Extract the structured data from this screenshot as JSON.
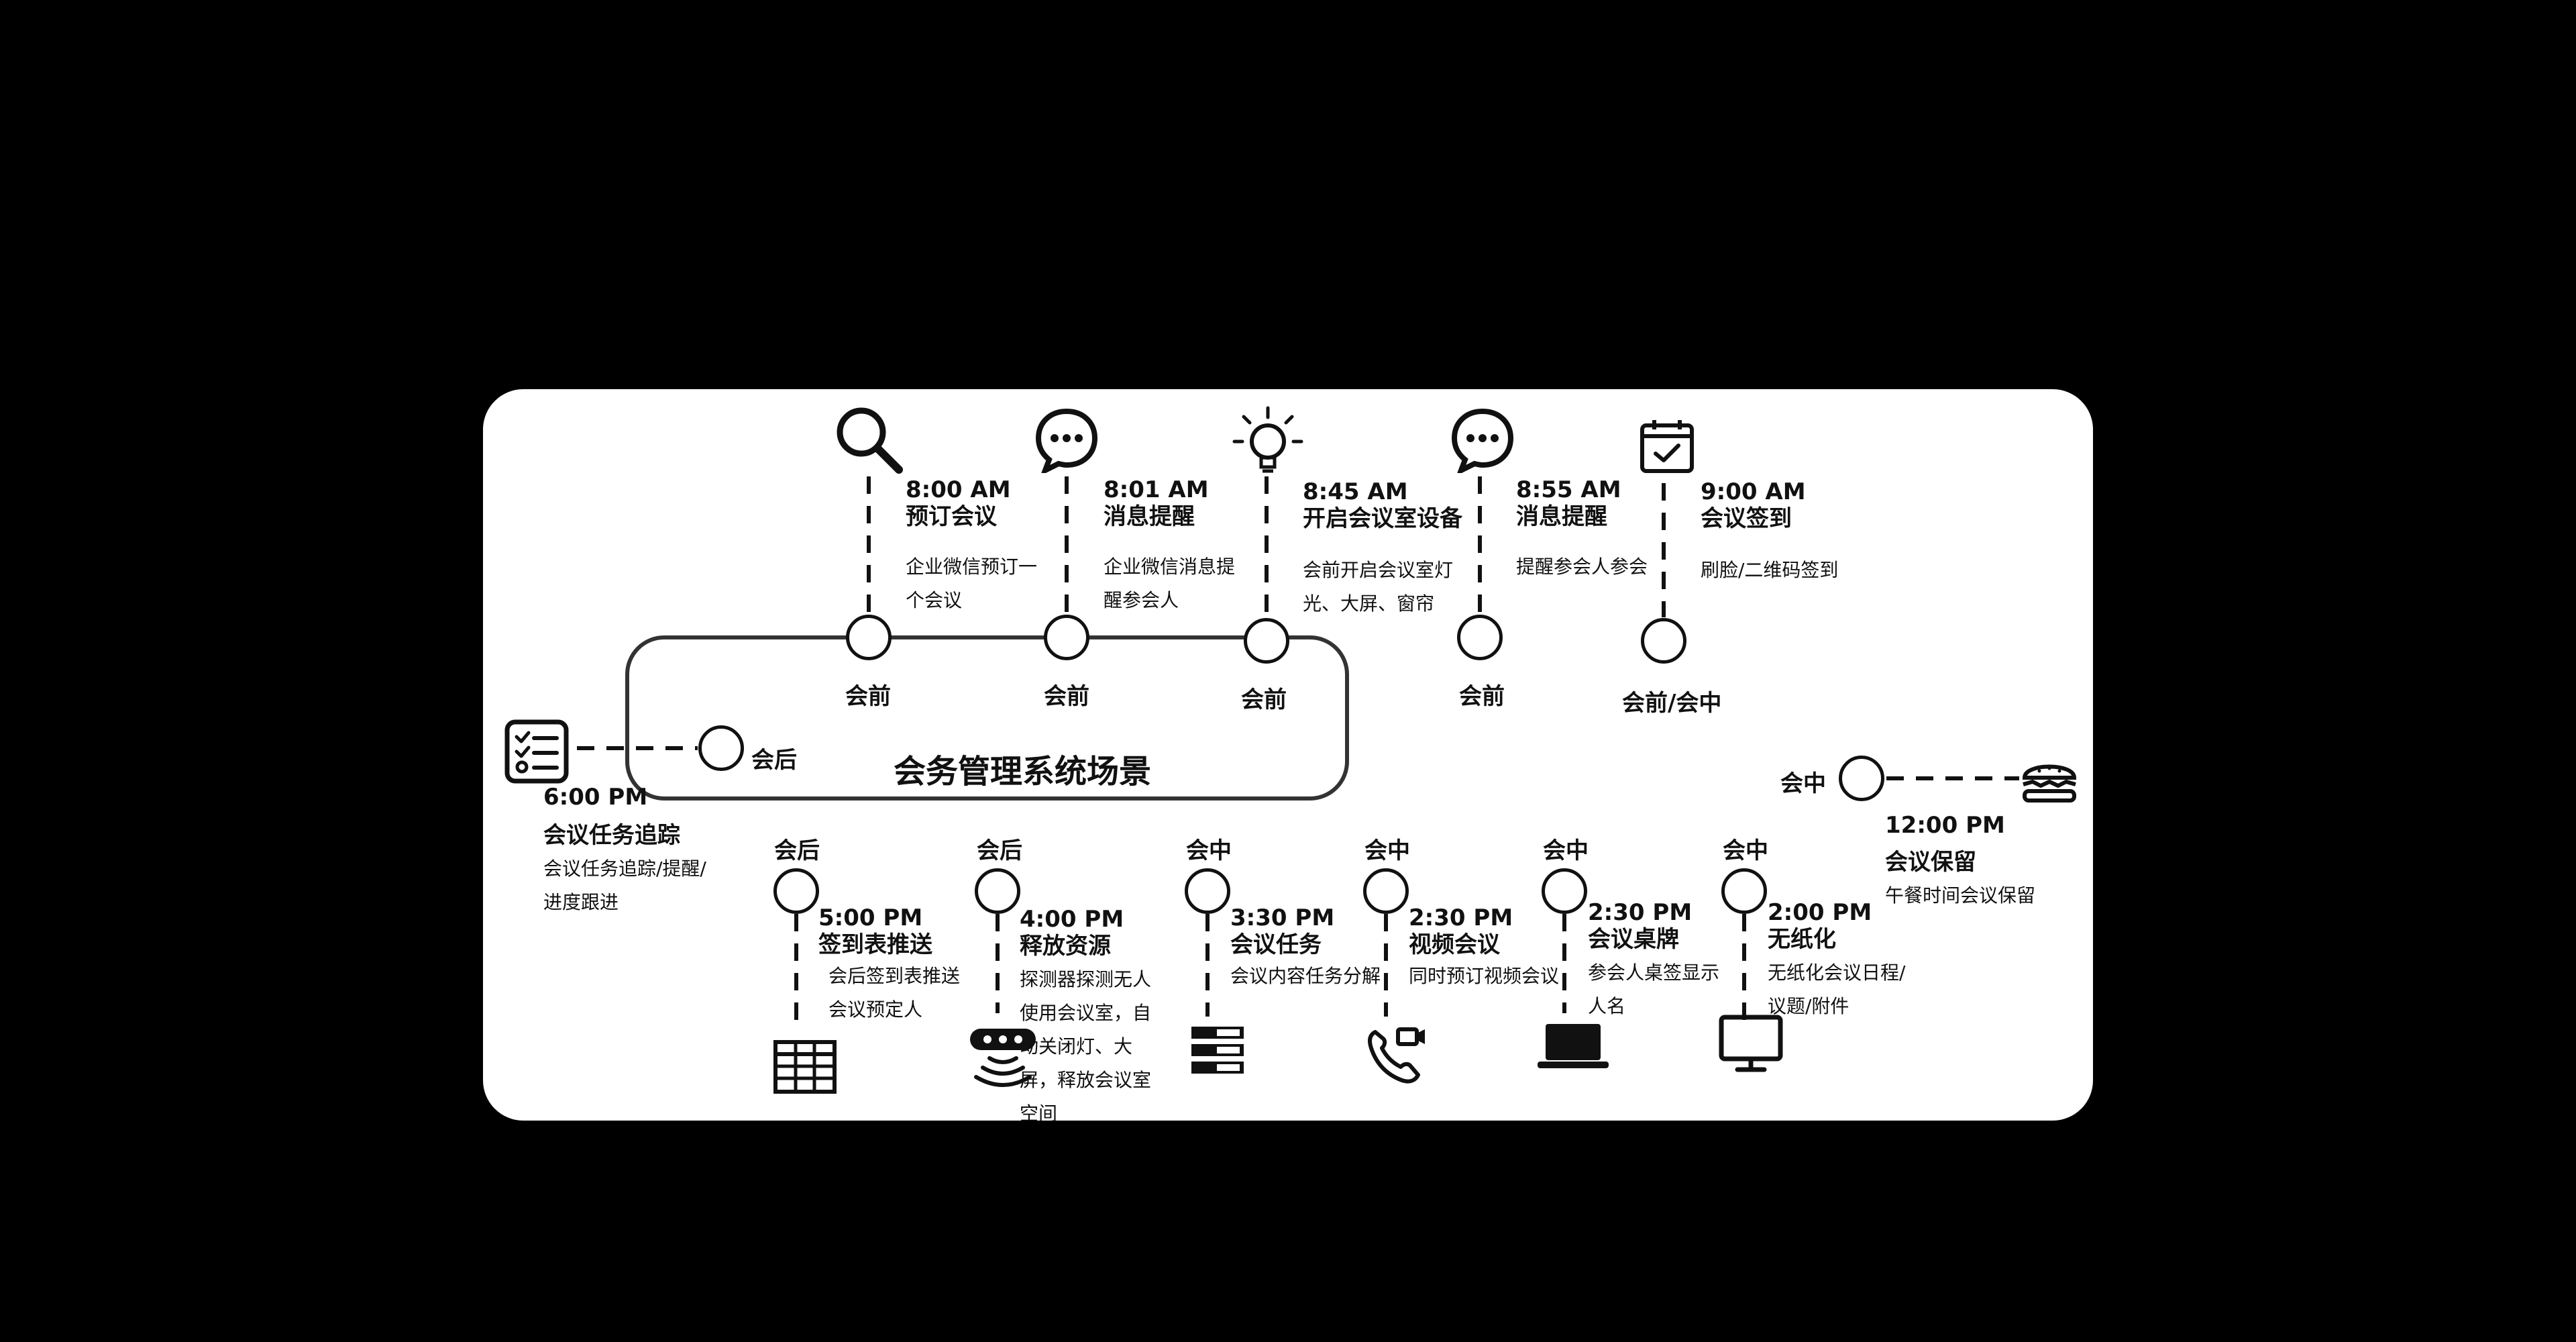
{
  "diagram": {
    "title": "会务管理系统场景"
  },
  "events": [
    {
      "id": "e1",
      "time": "8:00 AM",
      "title": "预订会议",
      "desc": "企业微信预订一个会议",
      "stage": "会前",
      "icon": "search-icon"
    },
    {
      "id": "e2",
      "time": "8:01 AM",
      "title": "消息提醒",
      "desc": "企业微信消息提醒参会人",
      "stage": "会前",
      "icon": "chat-bubble-icon"
    },
    {
      "id": "e3",
      "time": "8:45 AM",
      "title": "开启会议室设备",
      "desc": "会前开启会议室灯光、大屏、窗帘",
      "stage": "会前",
      "icon": "lightbulb-icon"
    },
    {
      "id": "e4",
      "time": "8:55 AM",
      "title": "消息提醒",
      "desc": "提醒参会人参会",
      "stage": "会前",
      "icon": "chat-bubble-icon"
    },
    {
      "id": "e5",
      "time": "9:00 AM",
      "title": "会议签到",
      "desc": "刷脸/二维码签到",
      "stage": "会前/会中",
      "icon": "calendar-check-icon"
    },
    {
      "id": "e6",
      "time": "12:00 PM",
      "title": "会议保留",
      "desc": "午餐时间会议保留",
      "stage": "会中",
      "icon": "burger-icon"
    },
    {
      "id": "e7",
      "time": "2:00 PM",
      "title": "无纸化",
      "desc": "无纸化会议日程/议题/附件",
      "stage": "会中",
      "icon": "monitor-icon"
    },
    {
      "id": "e8",
      "time": "2:30 PM",
      "title": "会议桌牌",
      "desc": "参会人桌签显示人名",
      "stage": "会中",
      "icon": "laptop-icon"
    },
    {
      "id": "e9",
      "time": "2:30 PM",
      "title": "视频会议",
      "desc": "同时预订视频会议",
      "stage": "会中",
      "icon": "video-call-icon"
    },
    {
      "id": "e10",
      "time": "3:30 PM",
      "title": "会议任务",
      "desc": "会议内容任务分解",
      "stage": "会中",
      "icon": "task-list-icon"
    },
    {
      "id": "e11",
      "time": "4:00 PM",
      "title": "释放资源",
      "desc": "探测器探测无人使用会议室，自动关闭灯、大屏，释放会议室空间",
      "stage": "会后",
      "icon": "sensor-icon"
    },
    {
      "id": "e12",
      "time": "5:00 PM",
      "title": "签到表推送",
      "desc": "会后签到表推送会议预定人",
      "stage": "会后",
      "icon": "table-icon"
    },
    {
      "id": "e13",
      "time": "6:00 PM",
      "title": "会议任务追踪",
      "desc": "会议任务追踪/提醒/进度跟进",
      "stage": "会后",
      "icon": "checklist-icon"
    }
  ]
}
